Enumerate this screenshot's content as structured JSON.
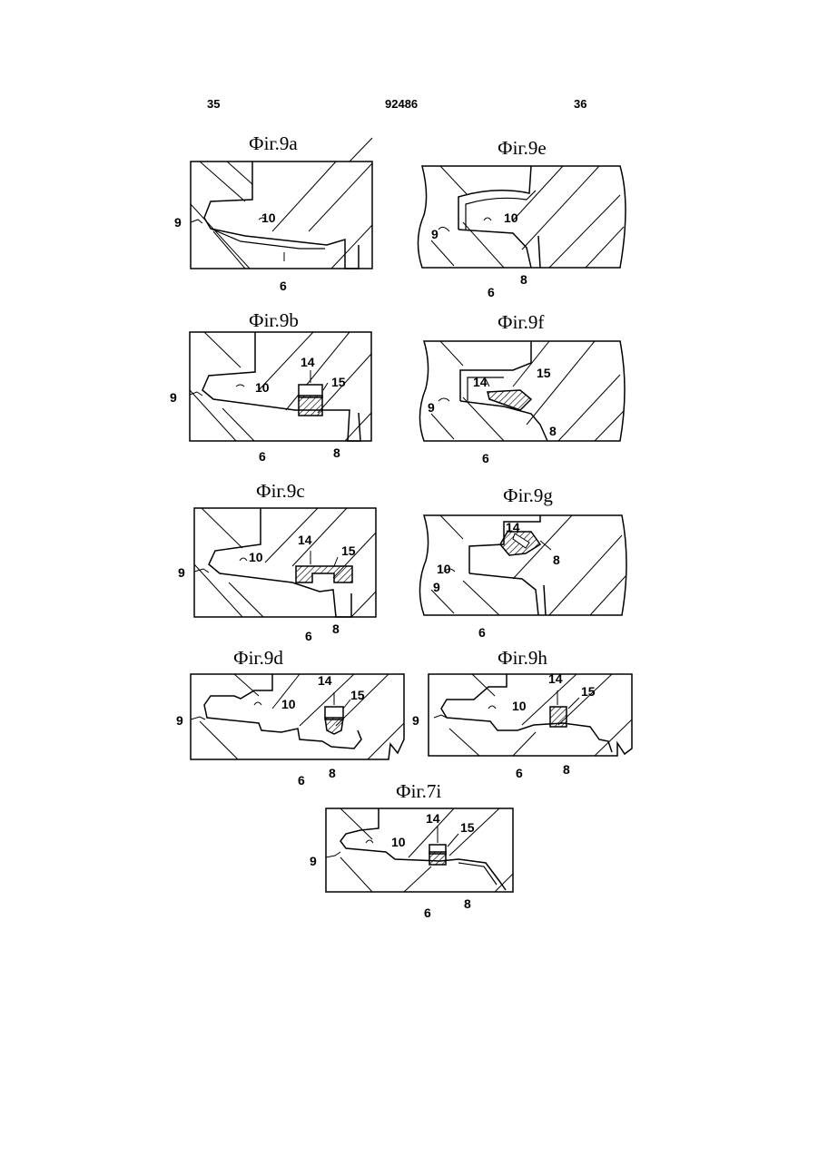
{
  "header": {
    "page_left": "35",
    "patent_number": "92486",
    "page_right": "36"
  },
  "figures": [
    {
      "title": "Фіг.9а",
      "labels": {
        "l9": "9",
        "l10": "10",
        "l6": "6"
      }
    },
    {
      "title": "Фіг.9е",
      "labels": {
        "l9": "9",
        "l10": "10",
        "l6": "6",
        "l8": "8"
      }
    },
    {
      "title": "Фіг.9b",
      "labels": {
        "l9": "9",
        "l10": "10",
        "l14": "14",
        "l15": "15",
        "l6": "6",
        "l8": "8"
      }
    },
    {
      "title": "Фіг.9f",
      "labels": {
        "l9": "9",
        "l14": "14",
        "l15": "15",
        "l6": "6",
        "l8": "8"
      }
    },
    {
      "title": "Фіг.9с",
      "labels": {
        "l9": "9",
        "l10": "10",
        "l14": "14",
        "l15": "15",
        "l6": "6",
        "l8": "8"
      }
    },
    {
      "title": "Фіг.9g",
      "labels": {
        "l10": "10",
        "l9": "9",
        "l14": "14",
        "l8": "8",
        "l6": "6"
      }
    },
    {
      "title": "Фіг.9d",
      "labels": {
        "l9": "9",
        "l10": "10",
        "l14": "14",
        "l15": "15",
        "l6": "6",
        "l8": "8"
      }
    },
    {
      "title": "Фіг.9h",
      "labels": {
        "l9": "9",
        "l10": "10",
        "l14": "14",
        "l15": "15",
        "l6": "6",
        "l8": "8"
      }
    },
    {
      "title": "Фіг.7і",
      "labels": {
        "l9": "9",
        "l10": "10",
        "l14": "14",
        "l15": "15",
        "l6": "6",
        "l8": "8"
      }
    }
  ]
}
